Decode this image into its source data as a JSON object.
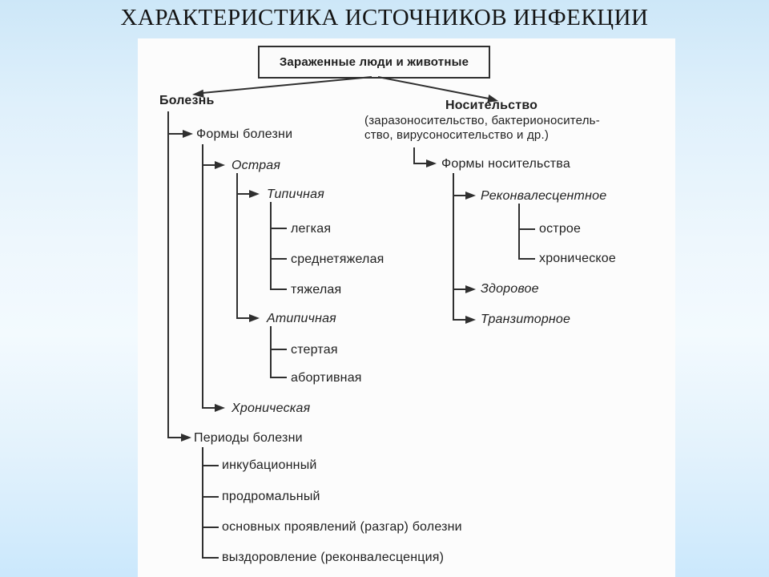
{
  "title": "ХАРАКТЕРИСТИКА ИСТОЧНИКОВ ИНФЕКЦИИ",
  "root_box": {
    "label": "Зараженные люди и животные"
  },
  "left": {
    "label": "Болезнь",
    "forms": {
      "label": "Формы болезни",
      "ostraya": {
        "label": "Острая",
        "tipichnaya": {
          "label": "Типичная",
          "items": [
            "легкая",
            "среднетяжелая",
            "тяжелая"
          ]
        },
        "atipichnaya": {
          "label": "Атипичная",
          "items": [
            "стертая",
            "абортивная"
          ]
        }
      },
      "khronicheskaya": {
        "label": "Хроническая"
      }
    },
    "periods": {
      "label": "Периоды болезни",
      "items": [
        "инкубационный",
        "продромальный",
        "основных проявлений (разгар) болезни",
        "выздоровление (реконвалесценция)"
      ]
    }
  },
  "right": {
    "label": "Носительство",
    "subtitle_line1": "(заразоносительство, бактерионоситель-",
    "subtitle_line2": "ство, вирусоносительство и др.)",
    "forms": {
      "label": "Формы носительства",
      "rekonvalescentnoe": {
        "label": "Реконвалесцентное",
        "items": [
          "острое",
          "хроническое"
        ]
      },
      "zdorovoe": {
        "label": "Здоровое"
      },
      "tranzitornoe": {
        "label": "Транзиторное"
      }
    }
  }
}
